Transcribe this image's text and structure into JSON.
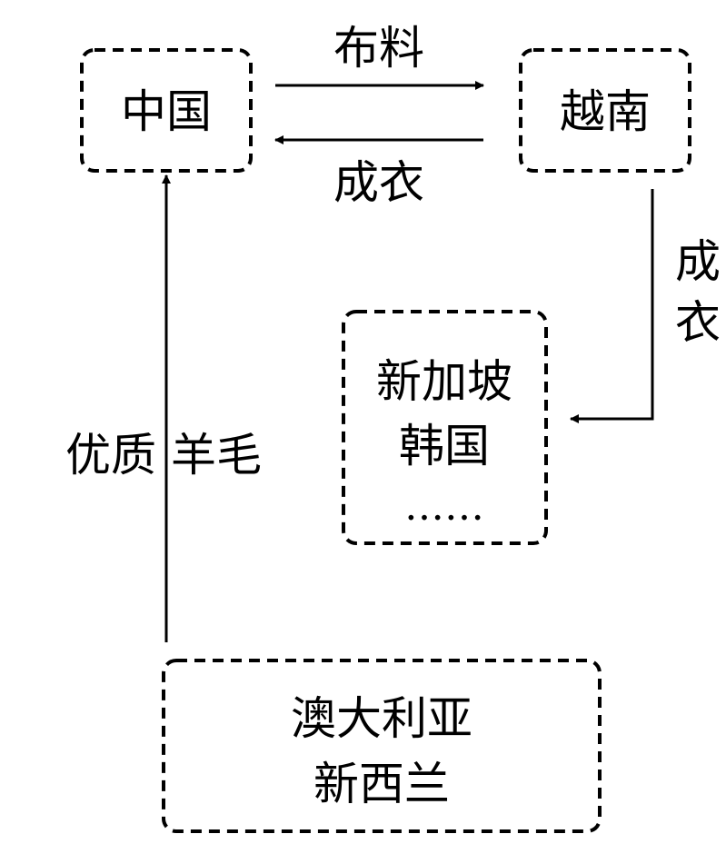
{
  "nodes": {
    "china": "中国",
    "vietnam": "越南",
    "singapore_korea": [
      "新加坡",
      "韩国",
      "……"
    ],
    "aus_nz": [
      "澳大利亚",
      "新西兰"
    ]
  },
  "edges": {
    "china_to_vietnam": "布料",
    "vietnam_to_china": "成衣",
    "vietnam_to_sg_kr": [
      "成",
      "衣"
    ],
    "aus_to_china": "优质 羊毛"
  },
  "colors": {
    "ink": "#000000",
    "background": "#ffffff"
  }
}
